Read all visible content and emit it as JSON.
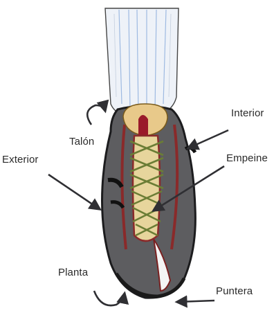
{
  "diagram": {
    "labels": {
      "talon": "Talón",
      "interior": "Interior",
      "exterior": "Exterior",
      "empeine": "Empeine",
      "planta": "Planta",
      "puntera": "Puntera"
    },
    "colors": {
      "sock": "#e9eef6",
      "sock_stripe": "#7fa3d8",
      "shoe_body": "#5a5a5c",
      "shoe_edge": "#1c1c1e",
      "trim": "#8a2a2a",
      "tongue": "#e6d49a",
      "laces": "#6f7f3a",
      "arrows": "#2f2f33"
    }
  }
}
